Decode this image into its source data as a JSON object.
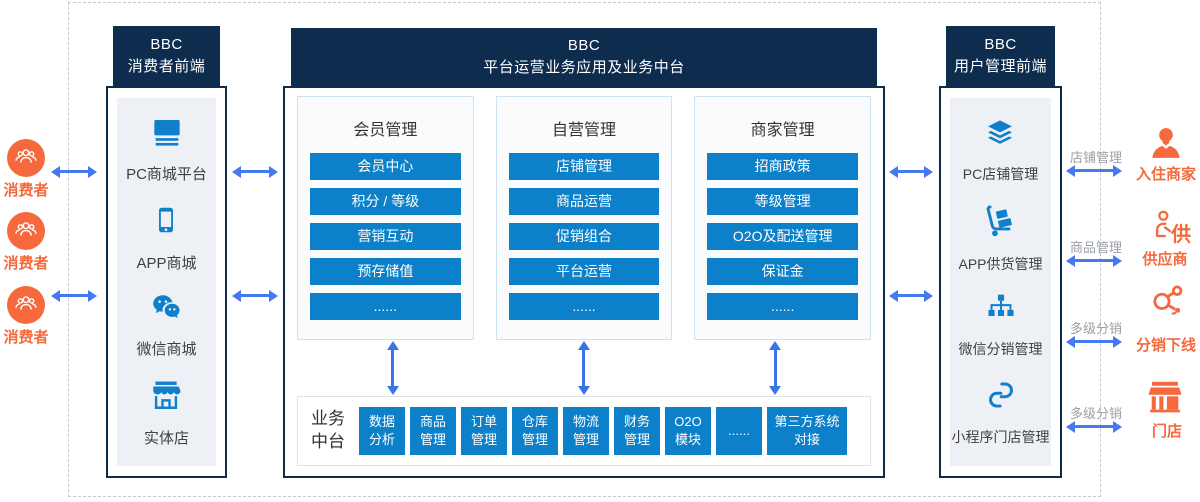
{
  "diagram": {
    "left_actors": [
      {
        "label": "消费者"
      },
      {
        "label": "消费者"
      },
      {
        "label": "消费者"
      }
    ],
    "left_panel": {
      "title": "BBC\n消费者前端",
      "items": [
        {
          "icon": "pc-icon",
          "label": "PC商城平台"
        },
        {
          "icon": "phone-icon",
          "label": "APP商城"
        },
        {
          "icon": "wechat-icon",
          "label": "微信商城"
        },
        {
          "icon": "store-icon",
          "label": "实体店"
        }
      ]
    },
    "center_panel": {
      "title": "BBC\n平台运营业务应用及业务中台",
      "columns": [
        {
          "title": "会员管理",
          "buttons": [
            "会员中心",
            "积分 / 等级",
            "营销互动",
            "预存储值",
            "......"
          ]
        },
        {
          "title": "自营管理",
          "buttons": [
            "店铺管理",
            "商品运营",
            "促销组合",
            "平台运营",
            "......"
          ]
        },
        {
          "title": "商家管理",
          "buttons": [
            "招商政策",
            "等级管理",
            "O2O及配送管理",
            "保证金",
            "......"
          ]
        }
      ],
      "biz_row": {
        "label": "业务\n中台",
        "tiles": [
          "数据\n分析",
          "商品\n管理",
          "订单\n管理",
          "仓库\n管理",
          "物流\n管理",
          "财务\n管理",
          "O2O\n模块",
          "......",
          "第三方系统\n对接"
        ]
      }
    },
    "right_panel": {
      "title": "BBC\n用户管理前端",
      "items": [
        {
          "icon": "layers-icon",
          "label": "PC店铺管理"
        },
        {
          "icon": "trolley-icon",
          "label": "APP供货管理"
        },
        {
          "icon": "orgchart-icon",
          "label": "微信分销管理"
        },
        {
          "icon": "miniprogram-icon",
          "label": "小程序门店管理"
        }
      ]
    },
    "right_actors": [
      {
        "arrow_label": "店铺管理",
        "icon": "merchant-icon",
        "label": "入住商家"
      },
      {
        "arrow_label": "商品管理",
        "icon": "supplier-icon",
        "icon_text": "供",
        "label": "供应商"
      },
      {
        "arrow_label": "多级分销",
        "icon": "share-icon",
        "label": "分销下线"
      },
      {
        "arrow_label": "多级分销",
        "icon": "store-solid-icon",
        "label": "门店"
      }
    ],
    "colors": {
      "navy": "#0e2c4e",
      "button_blue": "#0c80c8",
      "icon_blue": "#1180cc",
      "orange": "#f5693d",
      "arrow_blue": "#4579ef",
      "gray_label": "#9aa0a6"
    }
  }
}
